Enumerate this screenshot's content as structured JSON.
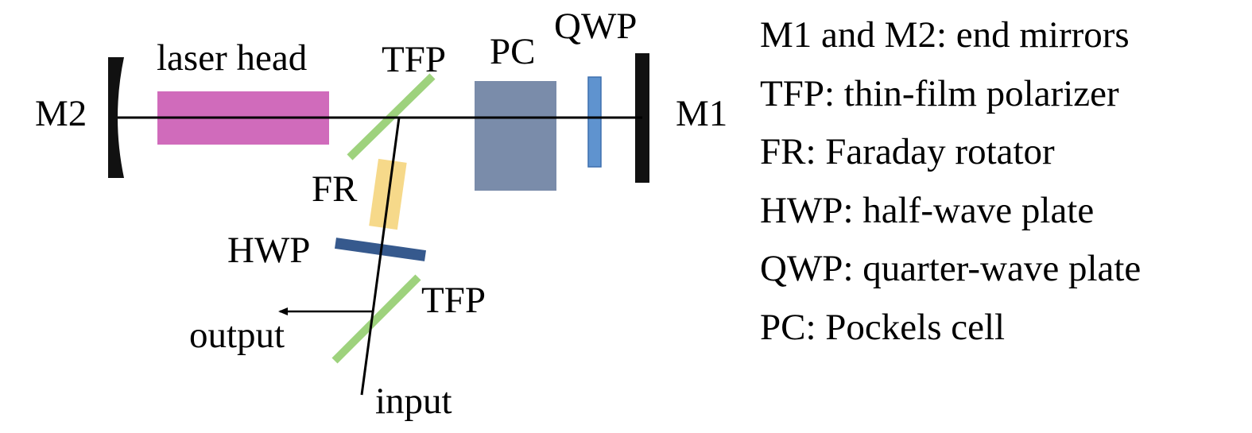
{
  "colors": {
    "laser_head": "#d06bbb",
    "tfp": "#9ed27d",
    "pockels_cell": "#7a8caa",
    "qwp": "#5f93cf",
    "faraday_rotator": "#f6d98a",
    "hwp": "#36598d",
    "mirror": "#111111",
    "beam": "#000000"
  },
  "labels": {
    "m2": "M2",
    "m1": "M1",
    "laser_head": "laser head",
    "tfp_top": "TFP",
    "pc": "PC",
    "qwp": "QWP",
    "fr": "FR",
    "hwp": "HWP",
    "tfp_bottom": "TFP",
    "output": "output",
    "input": "input"
  },
  "legend": [
    "M1 and M2: end mirrors",
    "TFP: thin-film polarizer",
    "FR: Faraday rotator",
    "HWP: half-wave plate",
    "QWP: quarter-wave plate",
    "PC: Pockels cell"
  ]
}
